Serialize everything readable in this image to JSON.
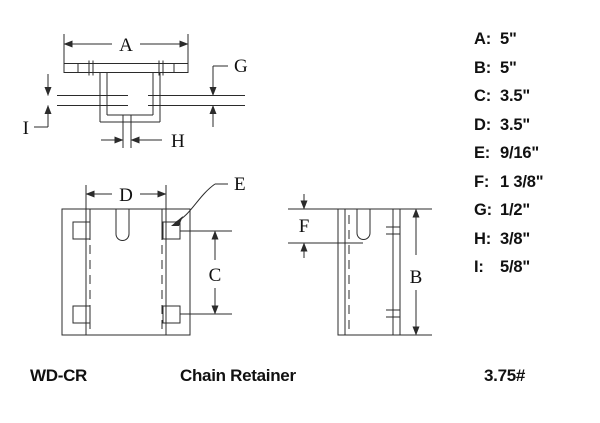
{
  "product": {
    "part_number": "WD-CR",
    "name": "Chain Retainer",
    "weight": "3.75#"
  },
  "specs": [
    {
      "key": "A:",
      "value": "5\""
    },
    {
      "key": "B:",
      "value": "5\""
    },
    {
      "key": "C:",
      "value": "3.5\""
    },
    {
      "key": "D:",
      "value": "3.5\""
    },
    {
      "key": "E:",
      "value": "9/16\""
    },
    {
      "key": "F:",
      "value": "1 3/8\""
    },
    {
      "key": "G:",
      "value": "1/2\""
    },
    {
      "key": "H:",
      "value": "3/8\""
    },
    {
      "key": "I:",
      "value": "5/8\""
    }
  ],
  "views": {
    "top": {
      "dim_a": "A",
      "dim_g": "G",
      "dim_h": "H",
      "dim_i": "I"
    },
    "front": {
      "dim_d": "D",
      "dim_c": "C",
      "dim_e": "E"
    },
    "side": {
      "dim_b": "B",
      "dim_f": "F"
    }
  },
  "colors": {
    "line": "#2b2b2b",
    "text": "#111111",
    "background": "#ffffff"
  }
}
